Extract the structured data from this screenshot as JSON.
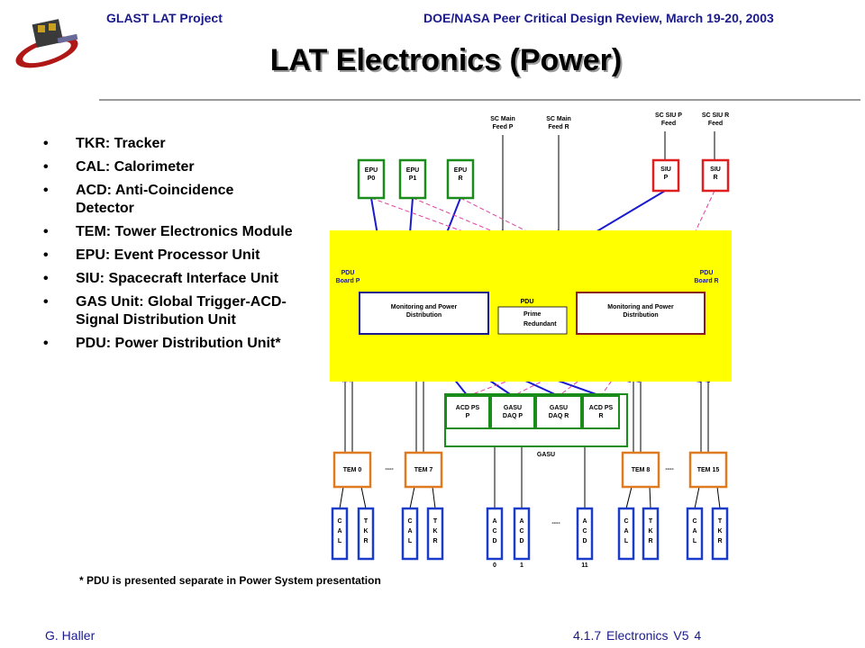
{
  "header": {
    "left": "GLAST LAT Project",
    "right": "DOE/NASA Peer Critical Design Review, March 19-20, 2003"
  },
  "title": "LAT Electronics (Power)",
  "bullets": [
    "TKR: Tracker",
    "CAL: Calorimeter",
    "ACD: Anti-Coincidence Detector",
    "TEM: Tower Electronics Module",
    "EPU: Event Processor Unit",
    "SIU: Spacecraft Interface Unit",
    "GAS Unit: Global Trigger-ACD-Signal Distribution Unit",
    "PDU: Power Distribution Unit*"
  ],
  "footnote": "* PDU is presented separate in Power System presentation",
  "footer": {
    "left": "G. Haller",
    "right": "4.1.7 Electronics V5 4"
  },
  "diagram": {
    "feeds": {
      "sc_main_p": [
        "SC Main",
        "Feed P"
      ],
      "sc_main_r": [
        "SC Main",
        "Feed R"
      ],
      "sc_siu_p": [
        "SC SIU P",
        "Feed"
      ],
      "sc_siu_r": [
        "SC SIU R",
        "Feed"
      ]
    },
    "epu": [
      [
        "EPU",
        "P0"
      ],
      [
        "EPU",
        "P1"
      ],
      [
        "EPU",
        "R"
      ]
    ],
    "siu": [
      [
        "SIU",
        "P"
      ],
      [
        "SIU",
        "R"
      ]
    ],
    "pdu": {
      "label": "PDU",
      "board_p": [
        "PDU",
        "Board P"
      ],
      "board_r": [
        "PDU",
        "Board R"
      ],
      "mpd_left": [
        "Monitoring and Power",
        "Distribution"
      ],
      "mpd_right": [
        "Monitoring and Power",
        "Distribution"
      ],
      "legend_prime": "Prime",
      "legend_redundant": "Redundant"
    },
    "gasu": {
      "label": "GASU",
      "boxes": [
        [
          "ACD PS",
          "P"
        ],
        [
          "GASU",
          "DAQ P"
        ],
        [
          "GASU",
          "DAQ R"
        ],
        [
          "ACD PS",
          "R"
        ]
      ]
    },
    "tems": [
      "TEM 0",
      "TEM 7",
      "TEM 8",
      "TEM 15"
    ],
    "ellipsis": "----",
    "modules": {
      "cal": [
        "C",
        "A",
        "L"
      ],
      "tkr": [
        "T",
        "K",
        "R"
      ],
      "acd": [
        "A",
        "C",
        "D"
      ]
    },
    "acd_numbers": [
      "0",
      "1",
      "11"
    ],
    "colors": {
      "pdu_fill": "#ffff00",
      "epu_border": "#1a8c1a",
      "siu_border": "#e02020",
      "tem_border": "#e07a20",
      "cable_border": "#1a3cc8",
      "prime_line": "#1a1ad0",
      "redundant_line": "#e040a0",
      "mpd_right_border": "#8c1a1a"
    }
  }
}
